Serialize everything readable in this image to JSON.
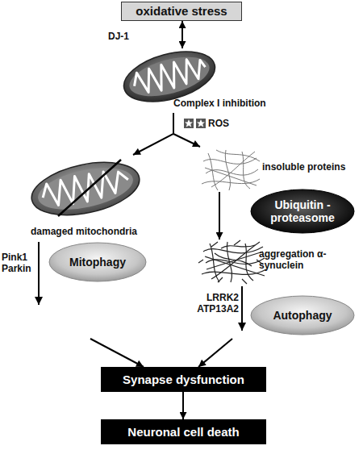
{
  "diagram": {
    "nodes": [
      {
        "text": [
          "oxidative stress"
        ]
      },
      {
        "text": [
          "Complex I inhibition"
        ]
      },
      {
        "text": [
          "damaged mitochondria"
        ]
      },
      {
        "text": [
          "insoluble proteins"
        ]
      },
      {
        "text": [
          "Ubiquitin -proteasome"
        ]
      },
      {
        "text": [
          "aggregation α-synuclein"
        ]
      },
      {
        "text": [
          "Mitophagy"
        ]
      },
      {
        "text": [
          "Autophagy"
        ]
      },
      {
        "text": [
          "Synapse dysfunction"
        ]
      },
      {
        "text": [
          "Neuronal cell death"
        ]
      }
    ],
    "edges": [
      {
        "from": 0,
        "to": 1,
        "arrow": "both",
        "label": "DJ-1"
      },
      {
        "from": 1,
        "to": 2,
        "arrow": "to"
      },
      {
        "from": 1,
        "to": 3,
        "arrow": "to"
      },
      {
        "from": 3,
        "to": 5,
        "arrow": "to"
      },
      {
        "from": 2,
        "to": 8,
        "arrow": "to",
        "label": "Pink1 Parkin"
      },
      {
        "from": 5,
        "to": 8,
        "arrow": "to",
        "label": "LRRK2 ATP13A2"
      },
      {
        "from": 8,
        "to": 9,
        "arrow": "to"
      }
    ],
    "labels": [
      "ROS"
    ]
  }
}
